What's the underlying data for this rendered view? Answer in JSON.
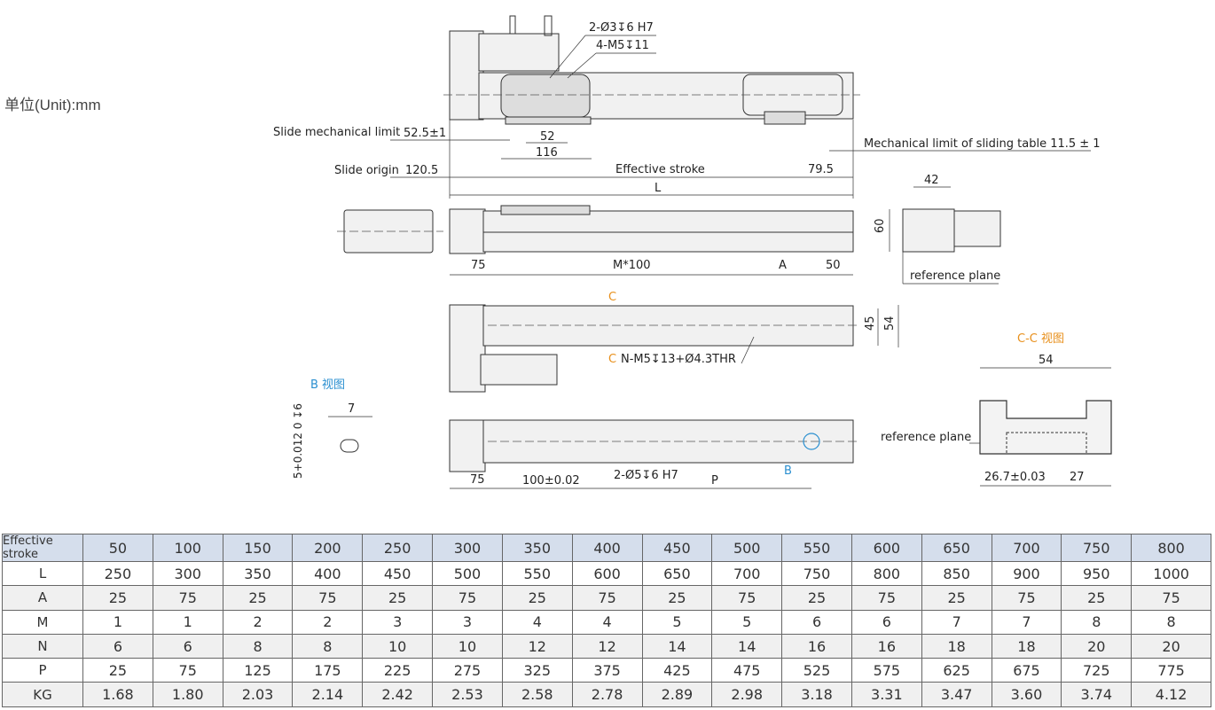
{
  "unit_label": "单位(Unit):mm",
  "drawing": {
    "top_view": {
      "hole_callout_1": "2-Ø3↧6 H7",
      "hole_callout_2": "4-M5↧11",
      "slide_mech_limit_label": "Slide mechanical limit",
      "slide_mech_limit_value": "52.5±1",
      "dim_52": "52",
      "dim_116": "116",
      "table_mech_limit": "Mechanical limit of sliding table 11.5 ± 1",
      "slide_origin_label": "Slide origin",
      "slide_origin_value": "120.5",
      "effective_stroke": "Effective stroke",
      "dim_79_5": "79.5",
      "dim_L": "L"
    },
    "end_view": {
      "dim_42": "42",
      "dim_60": "60",
      "reference_plane": "reference plane"
    },
    "bottom_view": {
      "dim_75": "75",
      "dim_m100": "M*100",
      "dim_A": "A",
      "dim_50": "50",
      "section_c_top": "C",
      "section_c_bottom": "C",
      "hole_callout": "N-M5↧13+Ø4.3THR",
      "dim_45": "45",
      "dim_54": "54"
    },
    "base_view": {
      "dim_75": "75",
      "dim_100": "100±0.02",
      "hole_callout": "2-Ø5↧6 H7",
      "dim_P": "P",
      "detail_b_marker": "B"
    },
    "detail_b": {
      "title": "B 视图",
      "dim_7": "7",
      "dim_slot": "5+0.012 0 ↧6"
    },
    "section_cc": {
      "title": "C-C 视图",
      "dim_54": "54",
      "reference_plane": "reference plane",
      "dim_26_7": "26.7±0.03",
      "dim_27": "27"
    },
    "colors": {
      "section": "#e8901c",
      "detail": "#2a8fd0",
      "header_bg": "#d5deec"
    }
  },
  "spec_table": {
    "rows": [
      {
        "label": "Effective stroke",
        "values": [
          "50",
          "100",
          "150",
          "200",
          "250",
          "300",
          "350",
          "400",
          "450",
          "500",
          "550",
          "600",
          "650",
          "700",
          "750",
          "800"
        ]
      },
      {
        "label": "L",
        "values": [
          "250",
          "300",
          "350",
          "400",
          "450",
          "500",
          "550",
          "600",
          "650",
          "700",
          "750",
          "800",
          "850",
          "900",
          "950",
          "1000"
        ]
      },
      {
        "label": "A",
        "values": [
          "25",
          "75",
          "25",
          "75",
          "25",
          "75",
          "25",
          "75",
          "25",
          "75",
          "25",
          "75",
          "25",
          "75",
          "25",
          "75"
        ]
      },
      {
        "label": "M",
        "values": [
          "1",
          "1",
          "2",
          "2",
          "3",
          "3",
          "4",
          "4",
          "5",
          "5",
          "6",
          "6",
          "7",
          "7",
          "8",
          "8"
        ]
      },
      {
        "label": "N",
        "values": [
          "6",
          "6",
          "8",
          "8",
          "10",
          "10",
          "12",
          "12",
          "14",
          "14",
          "16",
          "16",
          "18",
          "18",
          "20",
          "20"
        ]
      },
      {
        "label": "P",
        "values": [
          "25",
          "75",
          "125",
          "175",
          "225",
          "275",
          "325",
          "375",
          "425",
          "475",
          "525",
          "575",
          "625",
          "675",
          "725",
          "775"
        ]
      },
      {
        "label": "KG",
        "values": [
          "1.68",
          "1.80",
          "2.03",
          "2.14",
          "2.42",
          "2.53",
          "2.58",
          "2.78",
          "2.89",
          "2.98",
          "3.18",
          "3.31",
          "3.47",
          "3.60",
          "3.74",
          "4.12"
        ]
      }
    ]
  }
}
